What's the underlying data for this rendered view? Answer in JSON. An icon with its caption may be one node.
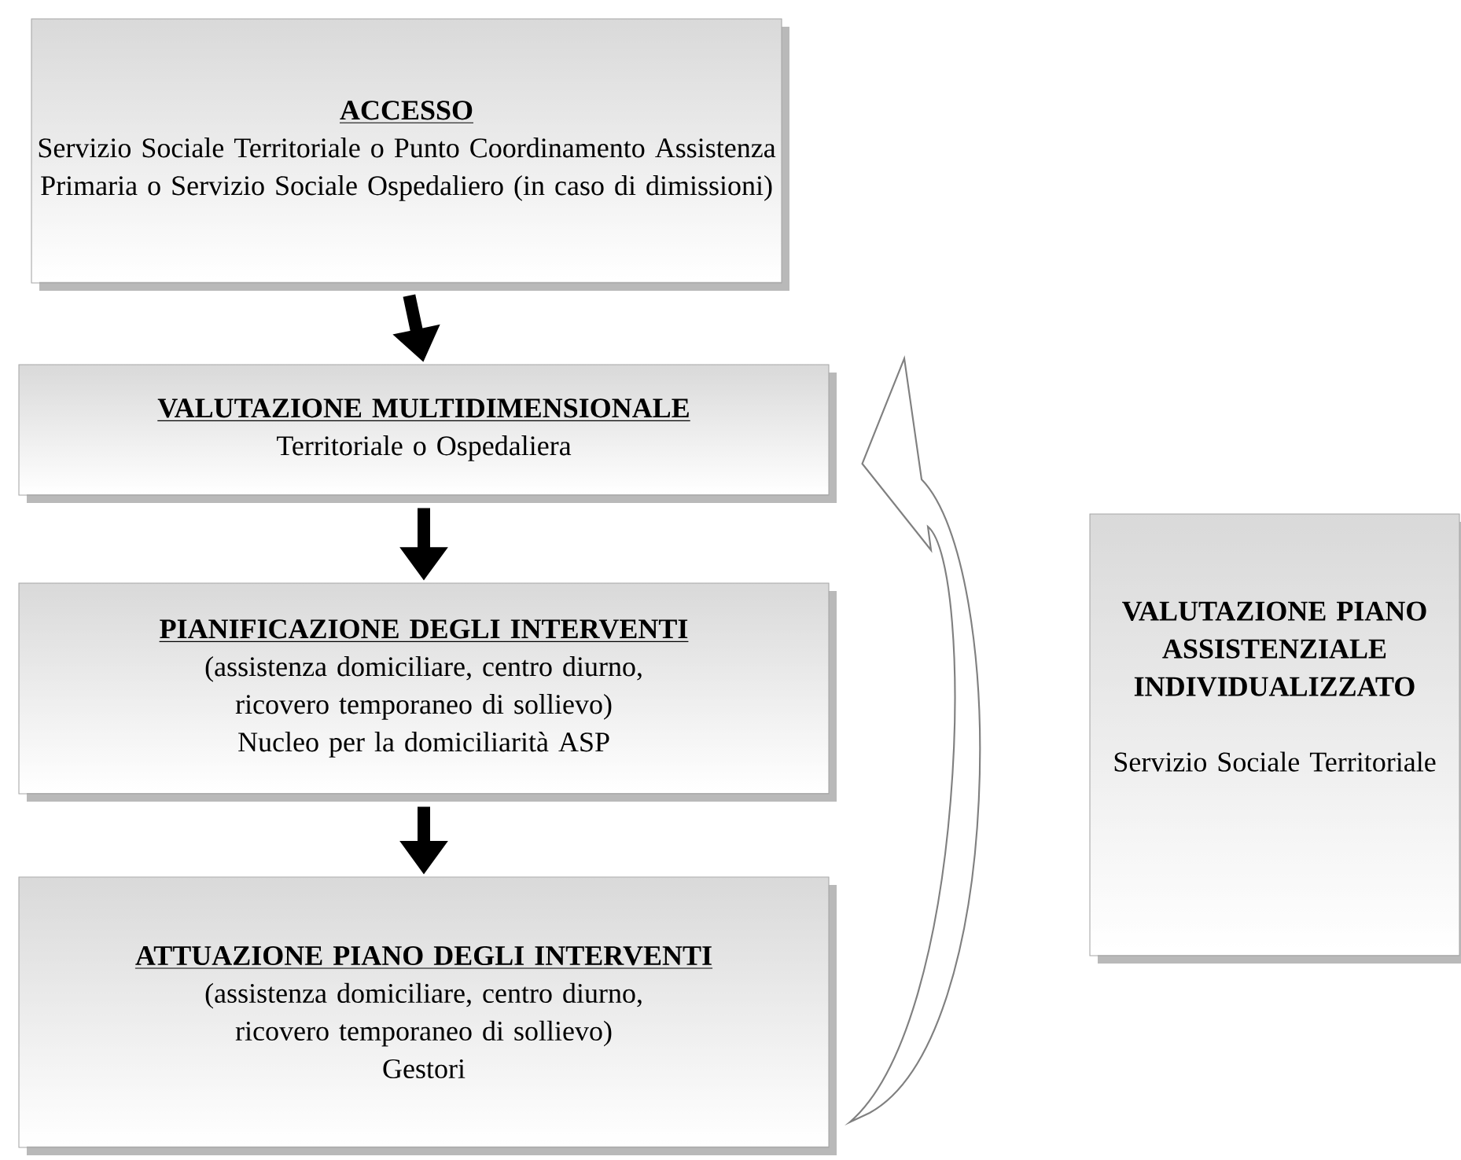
{
  "diagram": {
    "nodes": [
      {
        "text": [
          "ACCESSO",
          "Servizio Sociale Territoriale o Punto Coordinamento Assistenza Primaria o Servizio Sociale Ospedaliero (in caso di dimissioni)"
        ]
      },
      {
        "text": [
          "VALUTAZIONE MULTIDIMENSIONALE",
          "Territoriale o Ospedaliera"
        ]
      },
      {
        "text": [
          "PIANIFICAZIONE DEGLI INTERVENTI",
          "(assistenza domiciliare, centro diurno, ricovero temporaneo di sollievo)",
          "Nucleo per la domiciliarità ASP"
        ]
      },
      {
        "text": [
          "ATTUAZIONE PIANO DEGLI INTERVENTI",
          "(assistenza domiciliare, centro diurno, ricovero temporaneo di sollievo)",
          "Gestori"
        ]
      },
      {
        "text": [
          "VALUTAZIONE PIANO ASSISTENZIALE INDIVIDUALIZZATO",
          "Servizio Sociale Territoriale"
        ]
      }
    ],
    "edges": [
      {
        "from": 0,
        "to": 1,
        "arrow": "to"
      },
      {
        "from": 1,
        "to": 2,
        "arrow": "to"
      },
      {
        "from": 2,
        "to": 3,
        "arrow": "to"
      },
      {
        "from": 3,
        "to": 1,
        "arrow": "to"
      }
    ]
  }
}
